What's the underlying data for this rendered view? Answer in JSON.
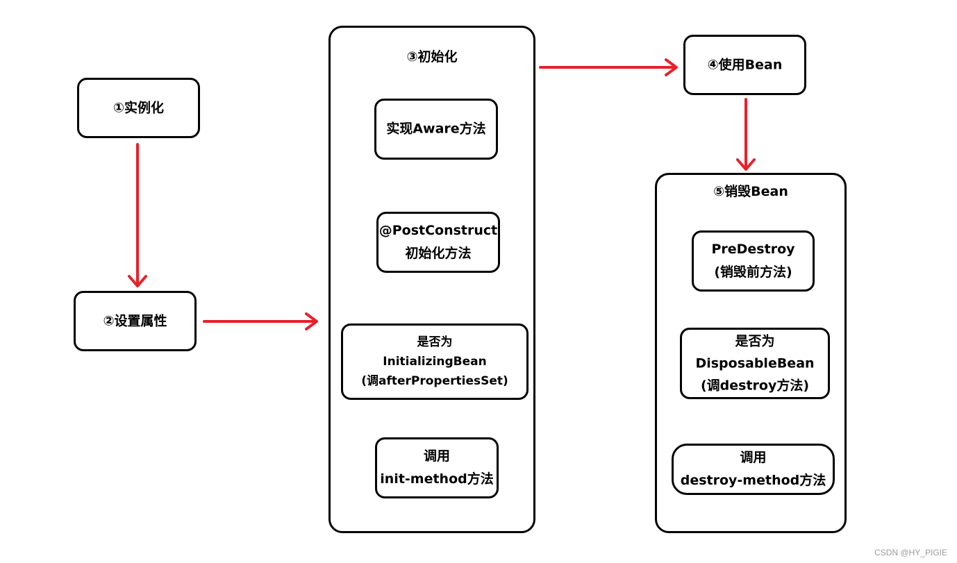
{
  "step1": {
    "label": "①实例化"
  },
  "step2": {
    "label": "②设置属性"
  },
  "step3": {
    "title": "③初始化",
    "items": [
      {
        "lines": [
          "实现Aware方法"
        ]
      },
      {
        "lines": [
          "@PostConstruct",
          "初始化方法"
        ]
      },
      {
        "lines": [
          "是否为",
          "InitializingBean",
          "(调afterPropertiesSet)"
        ]
      },
      {
        "lines": [
          "调用",
          "init-method方法"
        ]
      }
    ]
  },
  "step4": {
    "label": "④使用Bean"
  },
  "step5": {
    "title": "⑤销毁Bean",
    "items": [
      {
        "lines": [
          "PreDestroy",
          "(销毁前方法)"
        ]
      },
      {
        "lines": [
          "是否为",
          "DisposableBean",
          "(调destroy方法)"
        ]
      },
      {
        "lines": [
          "调用",
          "destroy-method方法"
        ]
      }
    ]
  },
  "watermark": "CSDN @HY_PIGIE",
  "colors": {
    "arrow": "#e8202a",
    "border": "#000000"
  }
}
